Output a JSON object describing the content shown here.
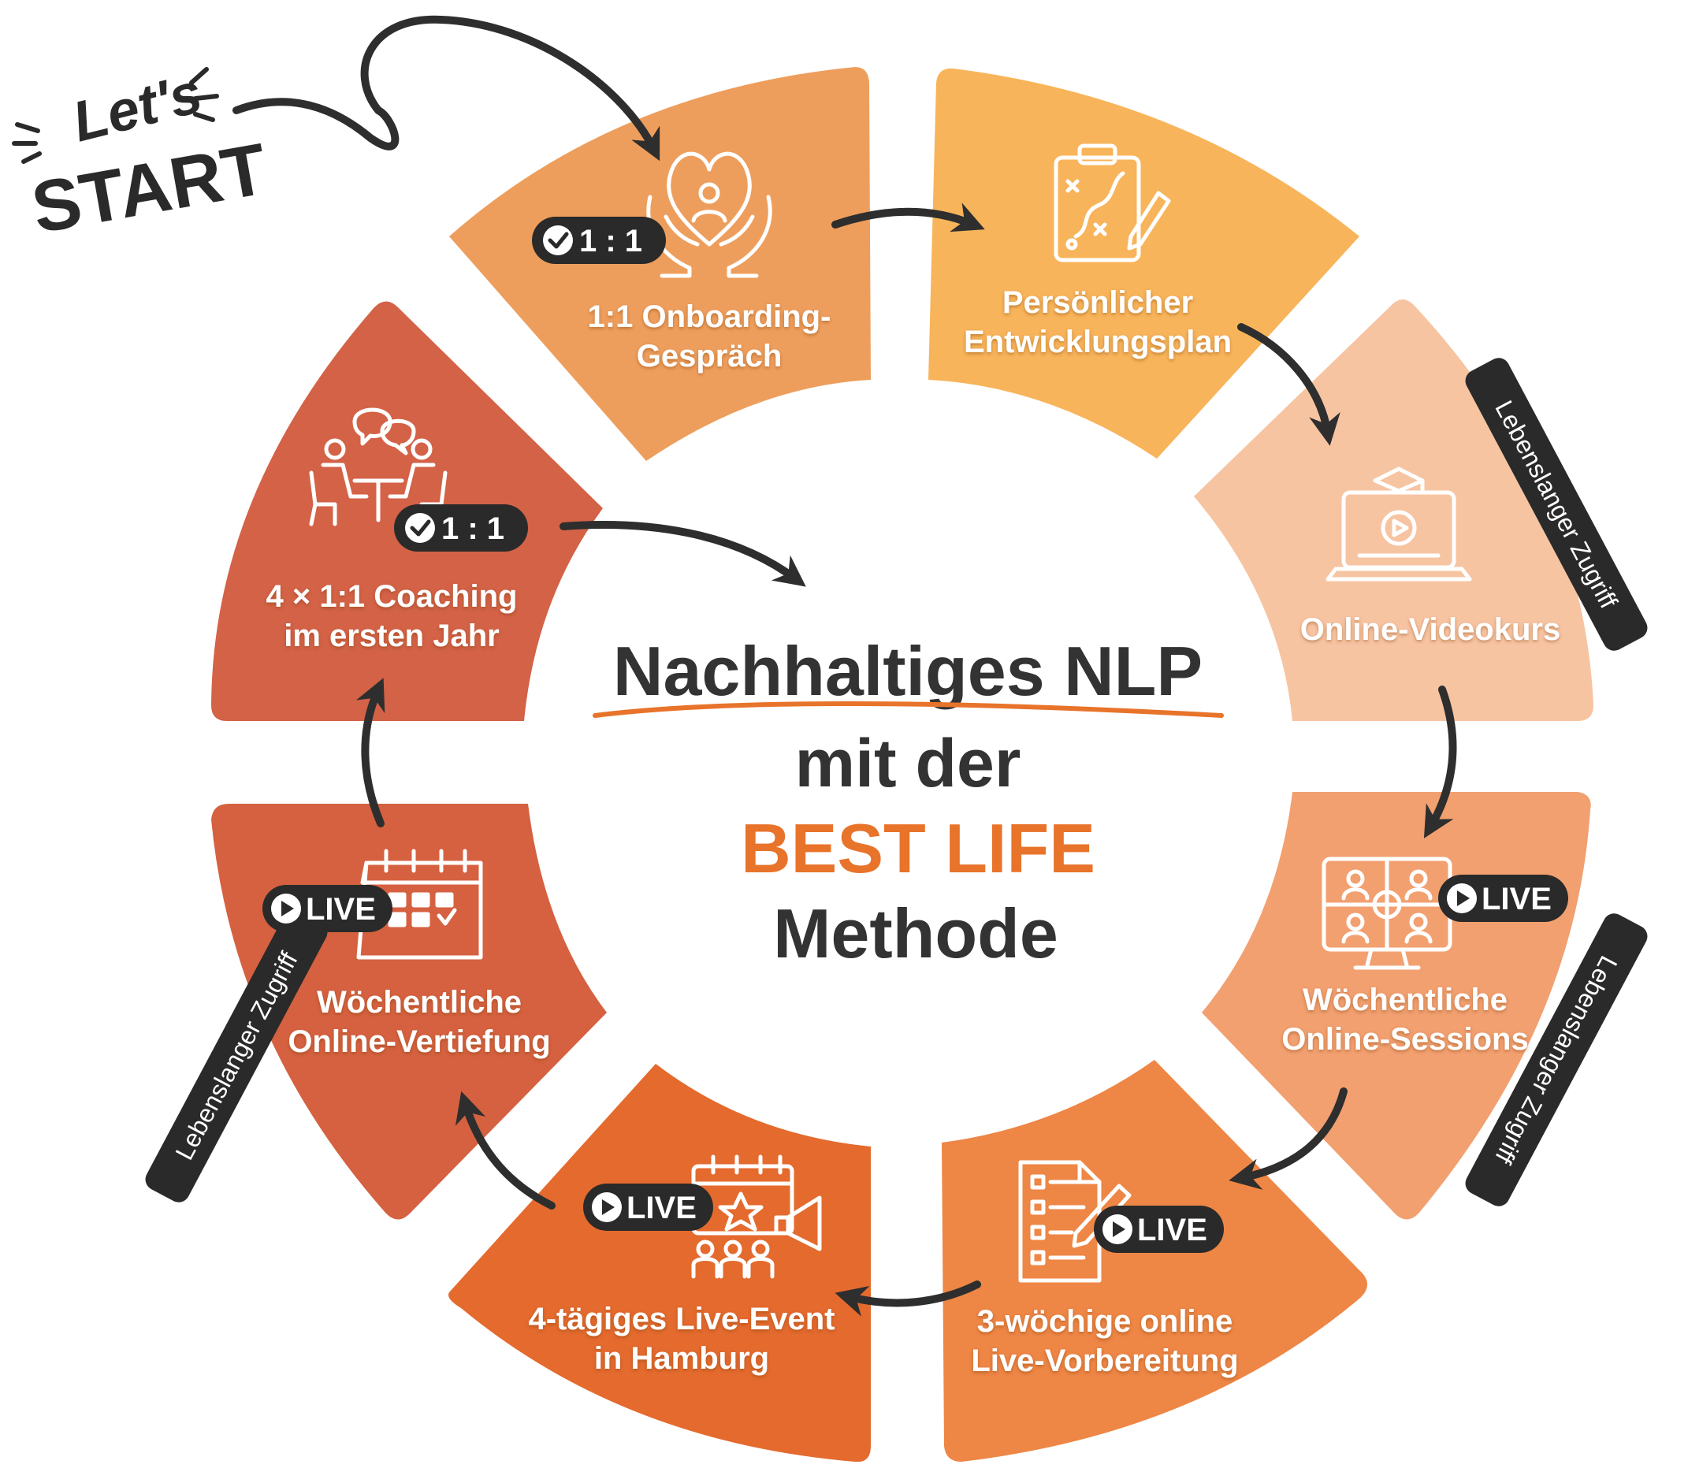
{
  "colors": {
    "seg1": "#EE9E5C",
    "seg2": "#F8B45A",
    "seg3": "#F7C4A2",
    "seg4": "#F2A070",
    "seg5": "#EE8645",
    "seg6": "#E46A2E",
    "seg7": "#D56140",
    "seg8": "#D36247",
    "accent": "#E8732A",
    "dark": "#333333"
  },
  "start": {
    "lets": "Let's",
    "start": "START"
  },
  "center": {
    "line1": "Nachhaltiges NLP",
    "line2": "mit der",
    "line3": "BEST LIFE",
    "line4": "Methode"
  },
  "steps": [
    {
      "line1": "1:1 Onboarding-",
      "line2": "Gespräch",
      "badge": "1 : 1",
      "badge_icon": "check-icon",
      "icon": "caring-hands-heart-icon"
    },
    {
      "line1": "Persönlicher",
      "line2": "Entwicklungsplan",
      "icon": "strategy-clipboard-icon"
    },
    {
      "line1": "Online-Videokurs",
      "icon": "laptop-video-course-icon"
    },
    {
      "line1": "Wöchentliche",
      "line2": "Online-Sessions",
      "badge": "LIVE",
      "badge_icon": "play-icon",
      "icon": "video-conference-monitor-icon"
    },
    {
      "line1": "3-wöchige online",
      "line2": "Live-Vorbereitung",
      "badge": "LIVE",
      "badge_icon": "play-icon",
      "icon": "checklist-pen-icon"
    },
    {
      "line1": "4-tägiges Live-Event",
      "line2": "in Hamburg",
      "badge": "LIVE",
      "badge_icon": "play-icon",
      "icon": "event-megaphone-audience-icon"
    },
    {
      "line1": "Wöchentliche",
      "line2": "Online-Vertiefung",
      "badge": "LIVE",
      "badge_icon": "play-icon",
      "icon": "calendar-icon"
    },
    {
      "line1": "4 × 1:1 Coaching",
      "line2": "im ersten Jahr",
      "badge": "1 : 1",
      "badge_icon": "check-icon",
      "icon": "coaching-conversation-icon"
    }
  ],
  "side_tabs": [
    {
      "text": "Lebenslanger Zugriff"
    },
    {
      "text": "Lebenslanger Zugriff"
    },
    {
      "text": "Lebenslanger Zugriff"
    }
  ]
}
